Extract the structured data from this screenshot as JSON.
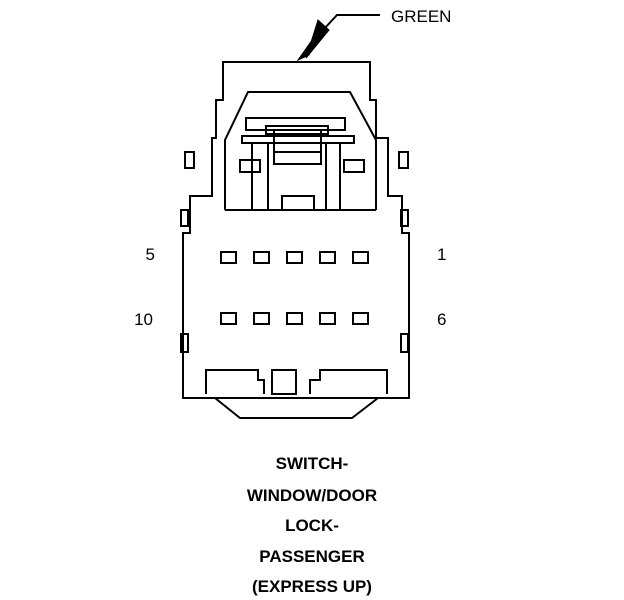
{
  "connector": {
    "color_label": "GREEN",
    "pin_labels": {
      "top_left": "5",
      "top_right": "1",
      "bottom_left": "10",
      "bottom_right": "6"
    },
    "title_lines": [
      "SWITCH-",
      "WINDOW/DOOR",
      "LOCK-",
      "PASSENGER",
      "(EXPRESS UP)"
    ],
    "pin_rows": 2,
    "pins_per_row": 5
  }
}
